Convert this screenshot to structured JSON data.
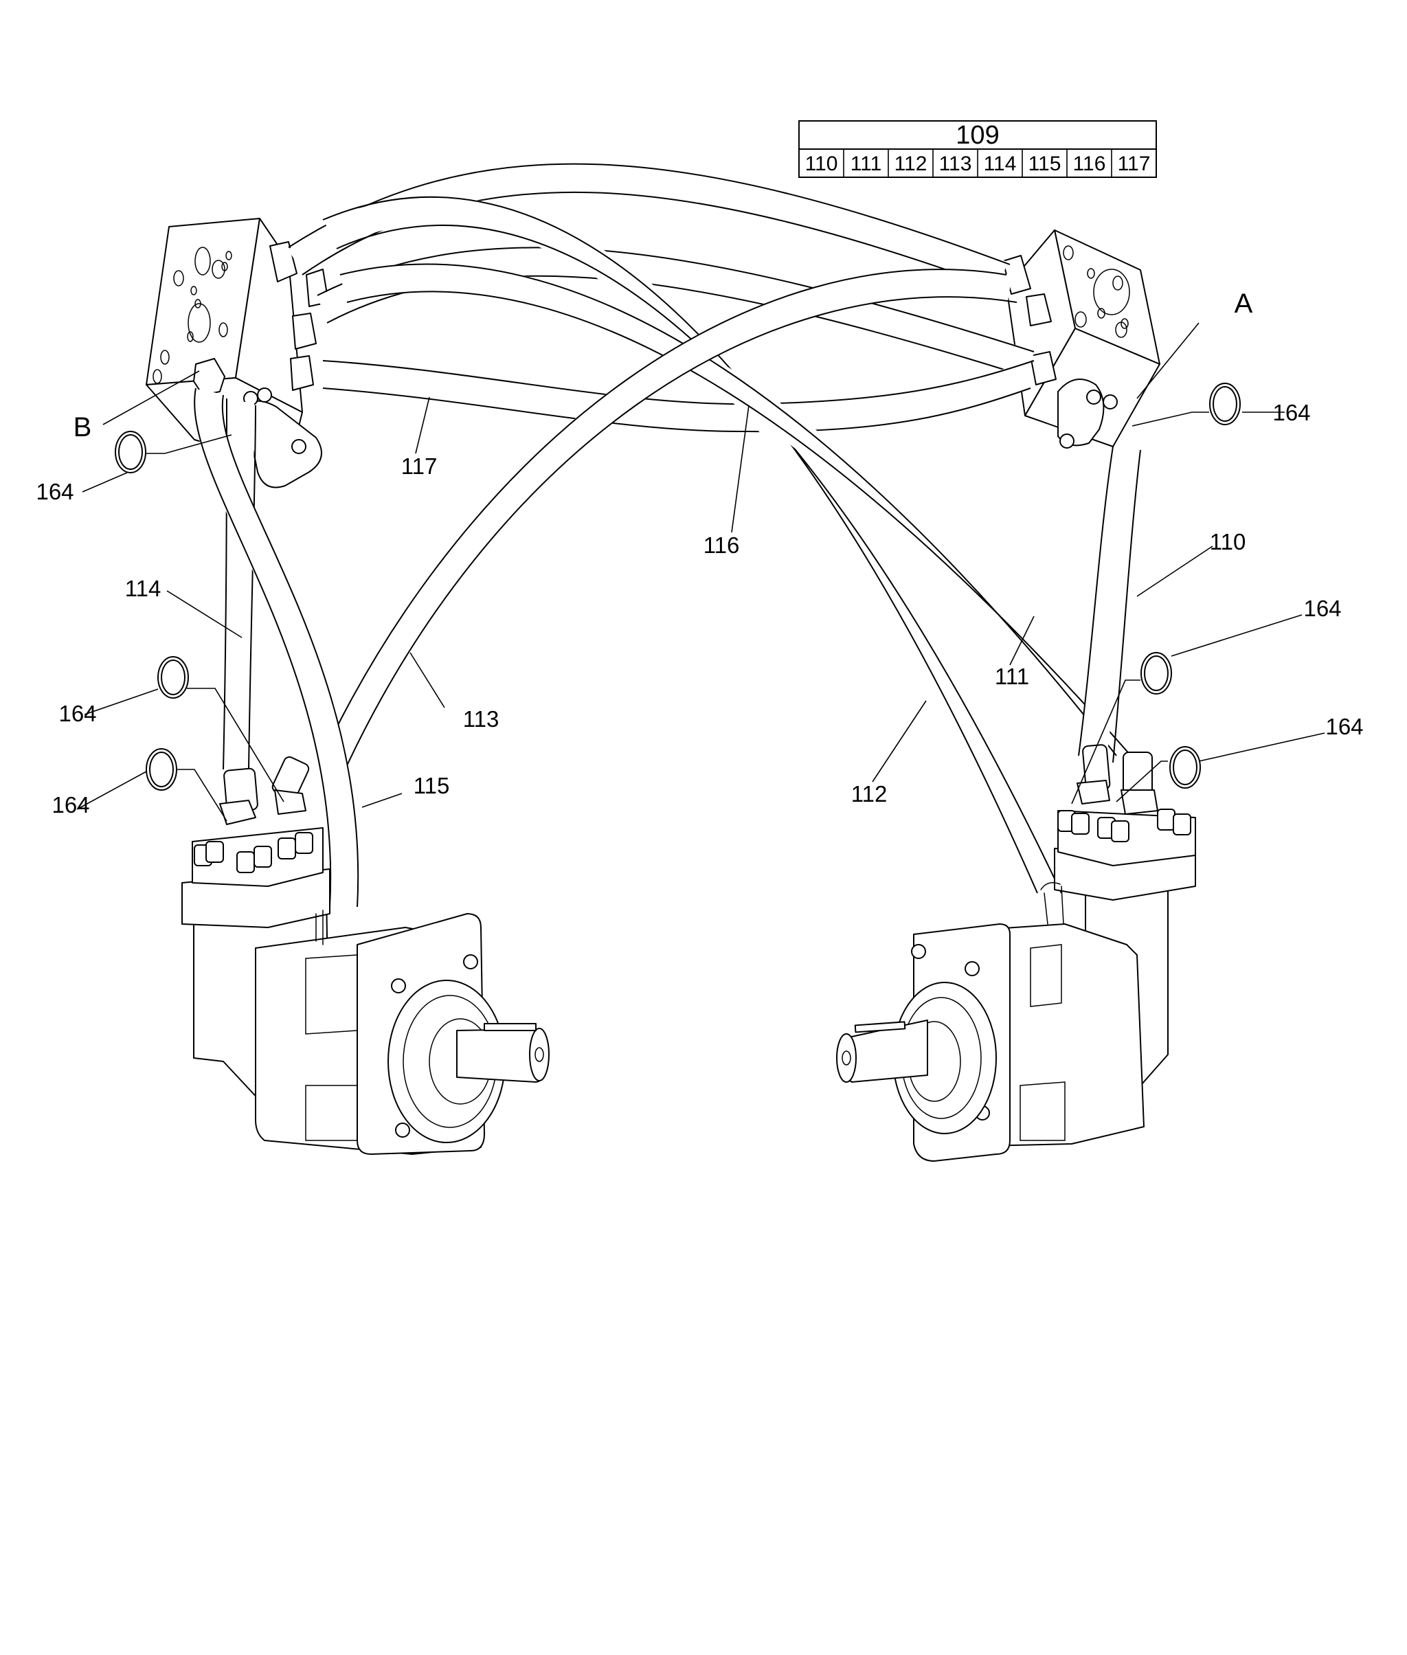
{
  "diagram": {
    "type": "exploded parts diagram",
    "subject": "Hydraulic motors with hose assembly",
    "kit_table": {
      "header": "109",
      "items": [
        "110",
        "111",
        "112",
        "113",
        "114",
        "115",
        "116",
        "117"
      ]
    },
    "callouts": {
      "view_a": "A",
      "view_b": "B",
      "hose_110": "110",
      "hose_111": "111",
      "hose_112": "112",
      "hose_113": "113",
      "hose_114": "114",
      "hose_115": "115",
      "hose_116": "116",
      "hose_117": "117",
      "oring_right_top": "164",
      "oring_left_top": "164",
      "oring_right_mid": "164",
      "oring_right_low": "164",
      "oring_left_mid": "164",
      "oring_left_low": "164"
    },
    "components": [
      "valve-block-left",
      "valve-block-right",
      "hydraulic-motor-left",
      "hydraulic-motor-right",
      "o-ring"
    ],
    "line_color": "#000000",
    "background_color": "#ffffff"
  }
}
